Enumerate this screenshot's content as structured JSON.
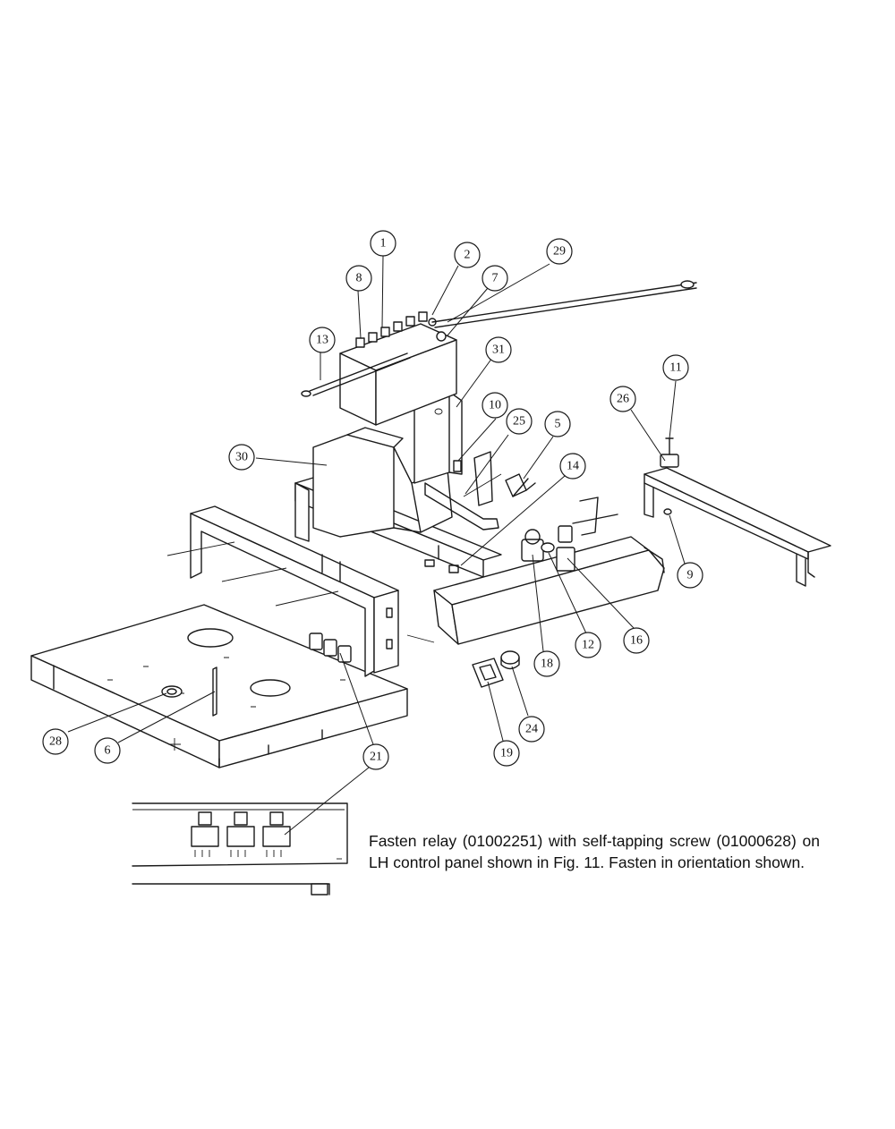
{
  "diagram": {
    "callouts": [
      {
        "id": "1",
        "label": "1"
      },
      {
        "id": "2",
        "label": "2"
      },
      {
        "id": "5",
        "label": "5"
      },
      {
        "id": "6",
        "label": "6"
      },
      {
        "id": "7",
        "label": "7"
      },
      {
        "id": "8",
        "label": "8"
      },
      {
        "id": "9",
        "label": "9"
      },
      {
        "id": "10",
        "label": "10"
      },
      {
        "id": "11",
        "label": "11"
      },
      {
        "id": "12",
        "label": "12"
      },
      {
        "id": "13",
        "label": "13"
      },
      {
        "id": "14",
        "label": "14"
      },
      {
        "id": "16",
        "label": "16"
      },
      {
        "id": "18",
        "label": "18"
      },
      {
        "id": "19",
        "label": "19"
      },
      {
        "id": "21",
        "label": "21"
      },
      {
        "id": "24",
        "label": "24"
      },
      {
        "id": "25",
        "label": "25"
      },
      {
        "id": "26",
        "label": "26"
      },
      {
        "id": "28",
        "label": "28"
      },
      {
        "id": "29",
        "label": "29"
      },
      {
        "id": "30",
        "label": "30"
      },
      {
        "id": "31",
        "label": "31"
      }
    ]
  },
  "note": {
    "text": "Fasten relay (01002251) with self-tapping screw (01000628) on LH control panel shown in Fig. 11. Fasten in orientation shown."
  }
}
